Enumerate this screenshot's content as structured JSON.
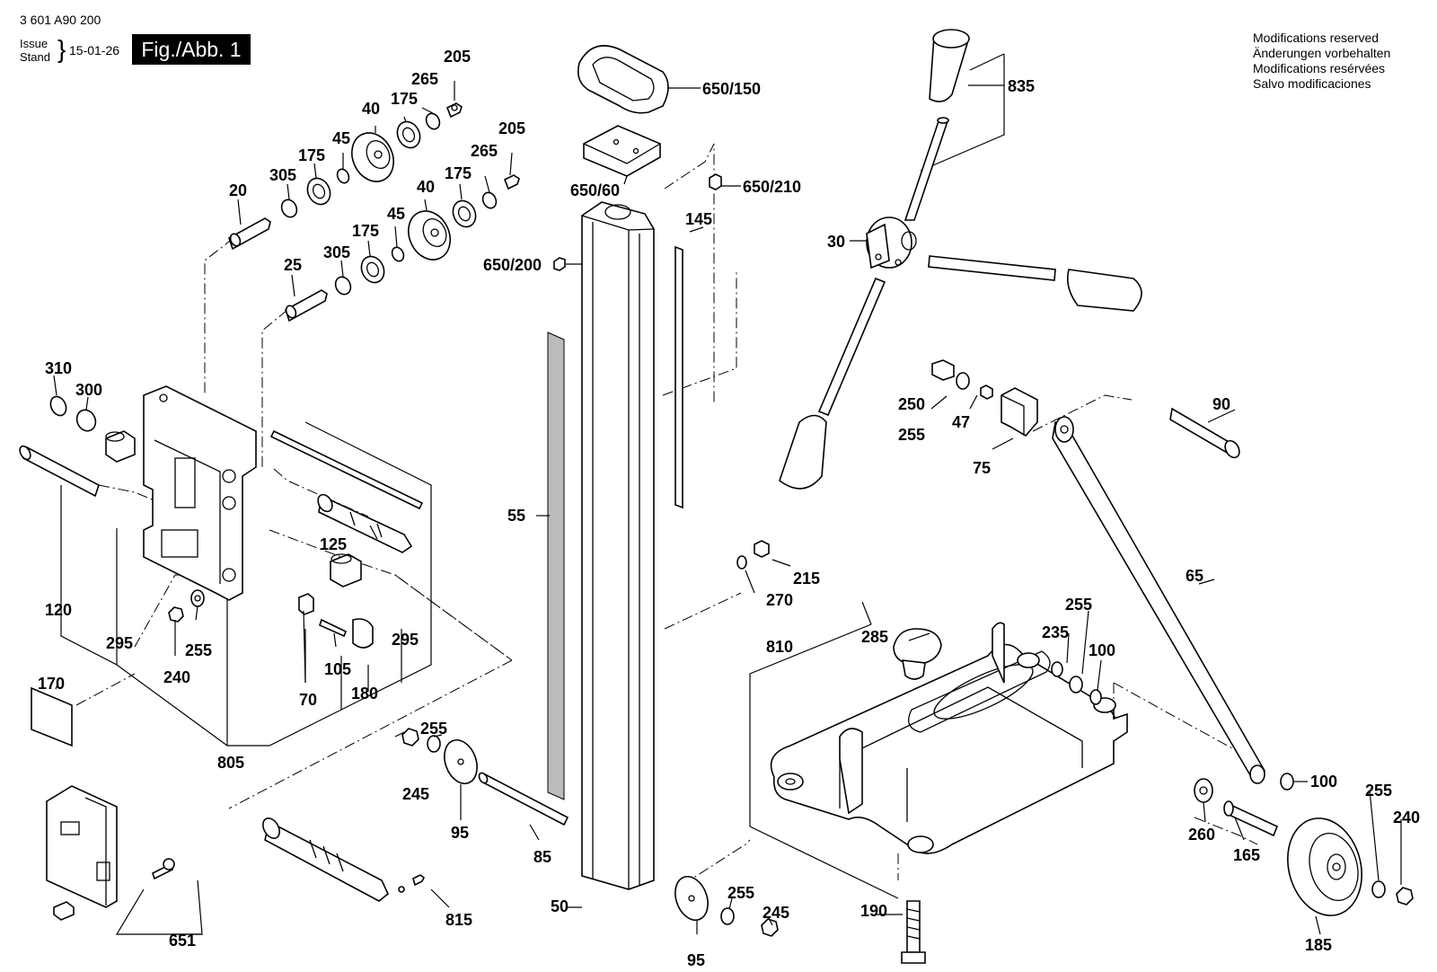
{
  "header": {
    "part_number": "3 601 A90 200",
    "issue_label": "Issue",
    "stand_label": "Stand",
    "date": "15-01-26",
    "figure": "Fig./Abb. 1"
  },
  "notes": [
    "Modifications reserved",
    "Änderungen vorbehalten",
    "Modifications resérvées",
    "Salvo modificaciones"
  ],
  "callouts": {
    "c205a": "205",
    "c265a": "265",
    "c40a": "40",
    "c175a": "175",
    "c45a": "45",
    "c175b": "175",
    "c305a": "305",
    "c20": "20",
    "c205b": "205",
    "c265b": "265",
    "c40b": "40",
    "c175c": "175",
    "c45b": "45",
    "c175d": "175",
    "c305b": "305",
    "c25": "25",
    "c650_150": "650/150",
    "c650_60": "650/60",
    "c650_210": "650/210",
    "c145": "145",
    "c650_200": "650/200",
    "c835": "835",
    "c30": "30",
    "c310": "310",
    "c300": "300",
    "c120": "120",
    "c125": "125",
    "c295a": "295",
    "c295b": "295",
    "c255a": "255",
    "c240a": "240",
    "c105": "105",
    "c180": "180",
    "c70": "70",
    "c170": "170",
    "c805": "805",
    "c55": "55",
    "c250": "250",
    "c255b": "255",
    "c47": "47",
    "c75": "75",
    "c90": "90",
    "c65": "65",
    "c215": "215",
    "c270": "270",
    "c810": "810",
    "c285": "285",
    "c235": "235",
    "c255c": "255",
    "c100a": "100",
    "c100b": "100",
    "c255d": "255",
    "c245a": "245",
    "c95a": "95",
    "c85": "85",
    "c50": "50",
    "c815": "815",
    "c651": "651",
    "c255e": "255",
    "c245b": "245",
    "c95b": "95",
    "c190": "190",
    "c260": "260",
    "c165": "165",
    "c255f": "255",
    "c240b": "240",
    "c185": "185"
  }
}
